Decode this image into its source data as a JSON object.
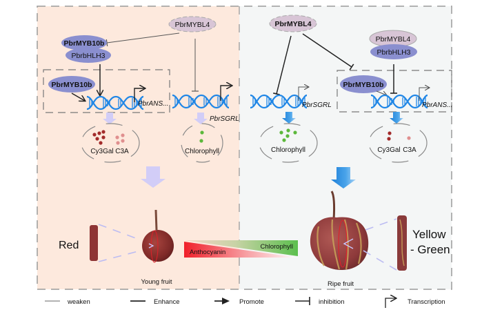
{
  "panels": {
    "young": {
      "background": "#fde9dd",
      "caption": "Young fruit",
      "color_word": "Red"
    },
    "ripe": {
      "background": "#f4f6f6",
      "caption": "Ripe fruit",
      "color_word_line1": "Yellow",
      "color_word_line2": "- Green"
    }
  },
  "young_panel": {
    "mybl4": "PbrMYBL4",
    "complex_myb10b": "PbrMYB10b",
    "complex_bhlh3": "PbrbHLH3",
    "myb10b_free": "PbrMYB10b",
    "gene_ans": "PbrANS...",
    "gene_sgrl": "PbrSGRL",
    "pigment_1": "Cy3Gal",
    "pigment_2": "C3A",
    "pigment_3": "Chlorophyll"
  },
  "ripe_panel": {
    "mybl4_top": "PbrMYBL4",
    "complex_mybl4": "PbrMYBL4",
    "complex_bhlh3": "PbrbHLH3",
    "myb10b_free": "PbrMYB10b",
    "gene_sgrl": "PbrSGRL",
    "gene_ans": "PbrANS...",
    "pigment_1": "Chlorophyll",
    "pigment_2": "Cy3Gal",
    "pigment_3": "C3A"
  },
  "gradient_bar": {
    "left_label": "Anthocyanin",
    "right_label": "Chlorophyll",
    "red": "#f0202a",
    "green": "#5cbf4e"
  },
  "colors": {
    "tf_blue": "#8a8fcf",
    "tf_purple": "#d8c5d6",
    "dna_blue": "#1f86e6",
    "anthocyanin_dot": "#a32b2b",
    "c3a_dot": "#e08f8f",
    "chlorophyll_dot": "#5cb83b"
  },
  "legend": [
    {
      "symbol": "weaken",
      "label": "weaken"
    },
    {
      "symbol": "enhance",
      "label": "Enhance"
    },
    {
      "symbol": "promote",
      "label": "Promote"
    },
    {
      "symbol": "inhibition",
      "label": "inhibition"
    },
    {
      "symbol": "transcription",
      "label": "Transcription"
    }
  ]
}
